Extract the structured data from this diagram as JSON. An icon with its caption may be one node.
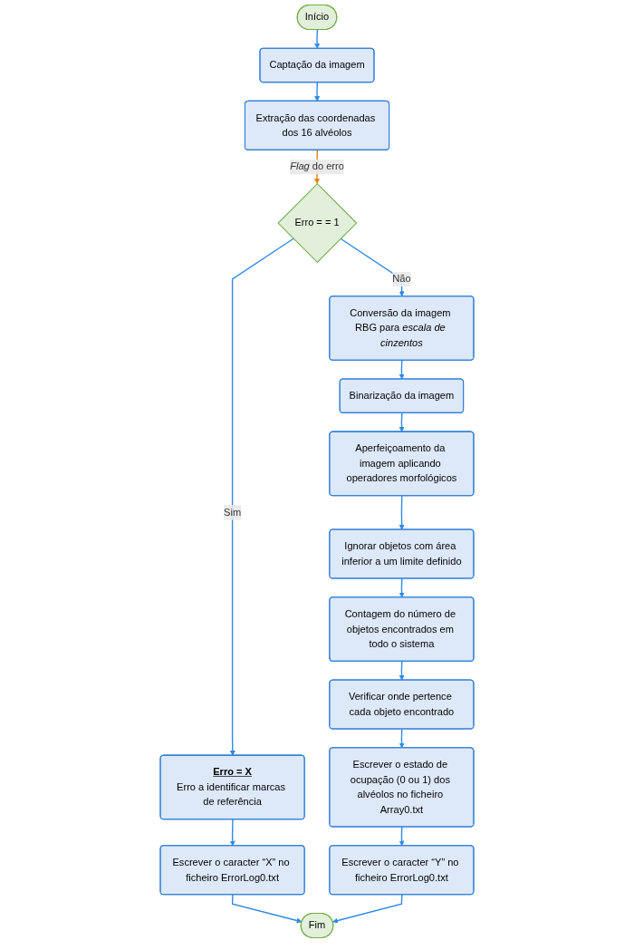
{
  "diagram": {
    "nodes": [
      {
        "text": [
          "Início"
        ]
      },
      {
        "text": [
          "Captação da imagem"
        ]
      },
      {
        "text": [
          "Extração das coordenadas dos 16 alvéolos"
        ]
      },
      {
        "text": [
          "Erro = = 1"
        ]
      },
      {
        "text": [
          "Erro = X",
          "Erro a identificar marcas de referência"
        ]
      },
      {
        "text": [
          "Escrever o caracter “X” no ficheiro ErrorLog0.txt"
        ]
      },
      {
        "text": [
          "Conversão da imagem RBG para *escala de cinzentos*"
        ]
      },
      {
        "text": [
          "Binarização da imagem"
        ]
      },
      {
        "text": [
          "Aperfeiçoamento da imagem aplicando operadores morfológicos"
        ]
      },
      {
        "text": [
          "Ignorar objetos com área inferior a um limite definido"
        ]
      },
      {
        "text": [
          "Contagem do número de objetos encontrados em todo o sistema"
        ]
      },
      {
        "text": [
          "Verificar onde pertence cada objeto encontrado"
        ]
      },
      {
        "text": [
          "Escrever o estado de ocupação (0 ou 1) dos alvéolos no ficheiro Array0.txt"
        ]
      },
      {
        "text": [
          "Escrever o caracter “Y” no ficheiro ErrorLog0.txt"
        ]
      },
      {
        "text": [
          "Fim"
        ]
      }
    ],
    "edges": [
      {
        "from": 0,
        "to": 1,
        "arrow": "to"
      },
      {
        "from": 1,
        "to": 2,
        "arrow": "to"
      },
      {
        "from": 2,
        "to": 3,
        "arrow": "to",
        "label": "*Flag* do erro",
        "color": "#e6820e"
      },
      {
        "from": 3,
        "to": 4,
        "arrow": "to",
        "label": "Sim"
      },
      {
        "from": 3,
        "to": 6,
        "arrow": "to",
        "label": "Não"
      },
      {
        "from": 4,
        "to": 5,
        "arrow": "to"
      },
      {
        "from": 5,
        "to": 14,
        "arrow": "to"
      },
      {
        "from": 6,
        "to": 7,
        "arrow": "to"
      },
      {
        "from": 7,
        "to": 8,
        "arrow": "to"
      },
      {
        "from": 8,
        "to": 9,
        "arrow": "to"
      },
      {
        "from": 9,
        "to": 10,
        "arrow": "to"
      },
      {
        "from": 10,
        "to": 11,
        "arrow": "to"
      },
      {
        "from": 11,
        "to": 12,
        "arrow": "to"
      },
      {
        "from": 12,
        "to": 13,
        "arrow": "to"
      },
      {
        "from": 13,
        "to": 14,
        "arrow": "to"
      }
    ]
  }
}
